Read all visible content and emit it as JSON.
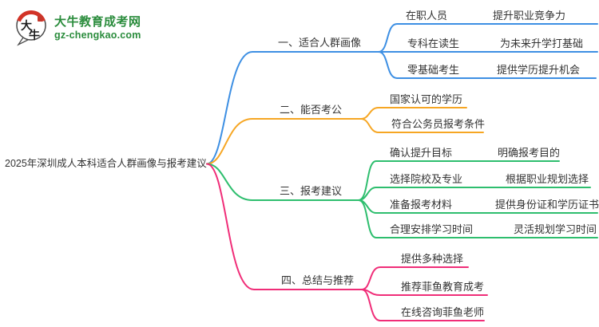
{
  "logo": {
    "badge_text": "大牛",
    "title": "大牛教育成考网",
    "subtitle": "gz-chengkao.com",
    "brand_green": "#2a8c3c",
    "brand_red": "#d23327"
  },
  "root": {
    "label": "2025年深圳成人本科适合人群画像与报考建议"
  },
  "branches": [
    {
      "label": "一、适合人群画像",
      "color": "#3d8fe3",
      "children": [
        {
          "label": "在职人员",
          "leaf": "提升职业竞争力"
        },
        {
          "label": "专科在读生",
          "leaf": "为未来升学打基础"
        },
        {
          "label": "零基础考生",
          "leaf": "提供学历提升机会"
        }
      ]
    },
    {
      "label": "二、能否考公",
      "color": "#f6a623",
      "children": [
        {
          "label": "国家认可的学历"
        },
        {
          "label": "符合公务员报考条件"
        }
      ]
    },
    {
      "label": "三、报考建议",
      "color": "#2ebe6e",
      "children": [
        {
          "label": "确认提升目标",
          "leaf": "明确报考目的"
        },
        {
          "label": "选择院校及专业",
          "leaf": "根据职业规划选择"
        },
        {
          "label": "准备报考材料",
          "leaf": "提供身份证和学历证书"
        },
        {
          "label": "合理安排学习时间",
          "leaf": "灵活规划学习时间"
        }
      ]
    },
    {
      "label": "四、总结与推荐",
      "color": "#f02d78",
      "children": [
        {
          "label": "提供多种选择"
        },
        {
          "label": "推荐菲鱼教育成考"
        },
        {
          "label": "在线咨询菲鱼老师"
        }
      ]
    }
  ]
}
